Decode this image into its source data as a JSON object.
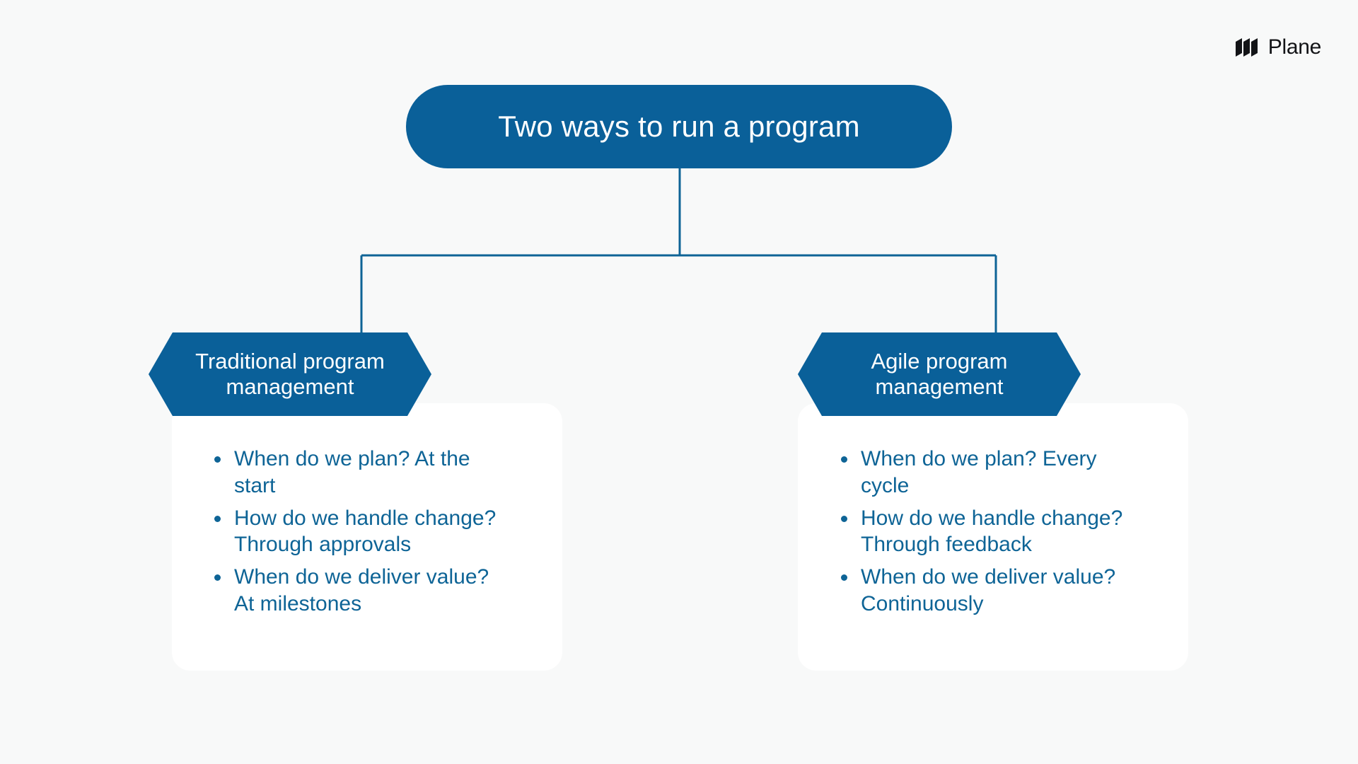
{
  "brand": {
    "name": "Plane",
    "mark_icon": "plane-logo-mark",
    "color": "#131417"
  },
  "colors": {
    "background": "#f8f9f9",
    "accent_blue": "#0a6099",
    "text_blue": "#0e6496",
    "card_white": "#ffffff",
    "connector": "#0e6496"
  },
  "diagram": {
    "root": {
      "label": "Two ways to run a program"
    },
    "branches": [
      {
        "header": "Traditional program management",
        "items": [
          "When do we plan? At the start",
          "How do we handle change? Through approvals",
          "When do we deliver value? At milestones"
        ]
      },
      {
        "header": "Agile program management",
        "items": [
          "When do we plan? Every cycle",
          "How do we handle change? Through feedback",
          "When do we deliver value? Continuously"
        ]
      }
    ]
  }
}
